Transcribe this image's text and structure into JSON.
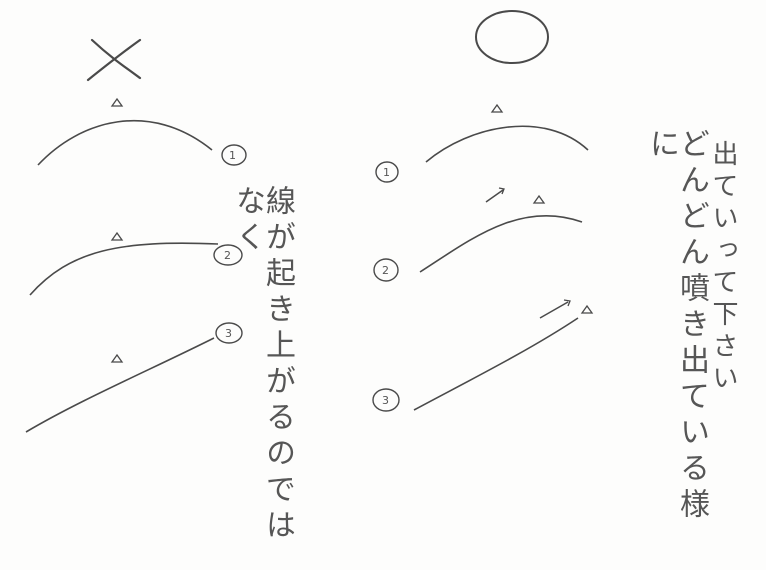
{
  "markers": {
    "bad": "×",
    "good": "○"
  },
  "left_panel": {
    "circle_labels": [
      "①",
      "②",
      "③"
    ],
    "note": "線が起き上がるのではなく"
  },
  "right_panel": {
    "circle_labels": [
      "①",
      "②",
      "③"
    ],
    "note_main": "どんどん噴き出ている様に",
    "note_side": "出ていって下さい"
  },
  "colors": {
    "ink": "#444444",
    "paper": "#fdfdfc"
  }
}
